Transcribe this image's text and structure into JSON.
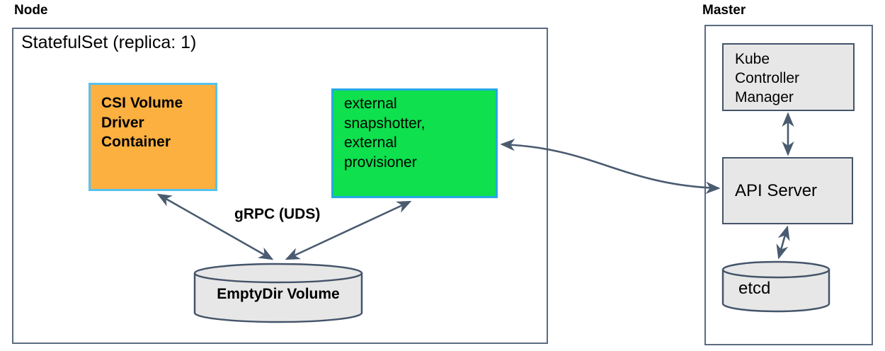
{
  "node_section": {
    "title": "Node",
    "statefulset_label": "StatefulSet (replica: 1)",
    "csi_driver_label": "CSI Volume\nDriver\nContainer",
    "sidecar_label": "external\nsnapshotter,\nexternal\nprovisioner",
    "grpc_label": "gRPC (UDS)",
    "emptydir_label": "EmptyDir Volume"
  },
  "master_section": {
    "title": "Master",
    "kcm_label": "Kube\nController\nManager",
    "api_server_label": "API Server",
    "etcd_label": "etcd"
  },
  "colors": {
    "csi_box_fill": "#fbb040",
    "sidecar_box_fill": "#0ee04e",
    "highlight_border_blue": "#24a9e4",
    "grey_fill": "#e7e7e7",
    "line_slate": "#4a5b70",
    "outer_border": "#5a6b80",
    "inner_border": "#44546a"
  }
}
